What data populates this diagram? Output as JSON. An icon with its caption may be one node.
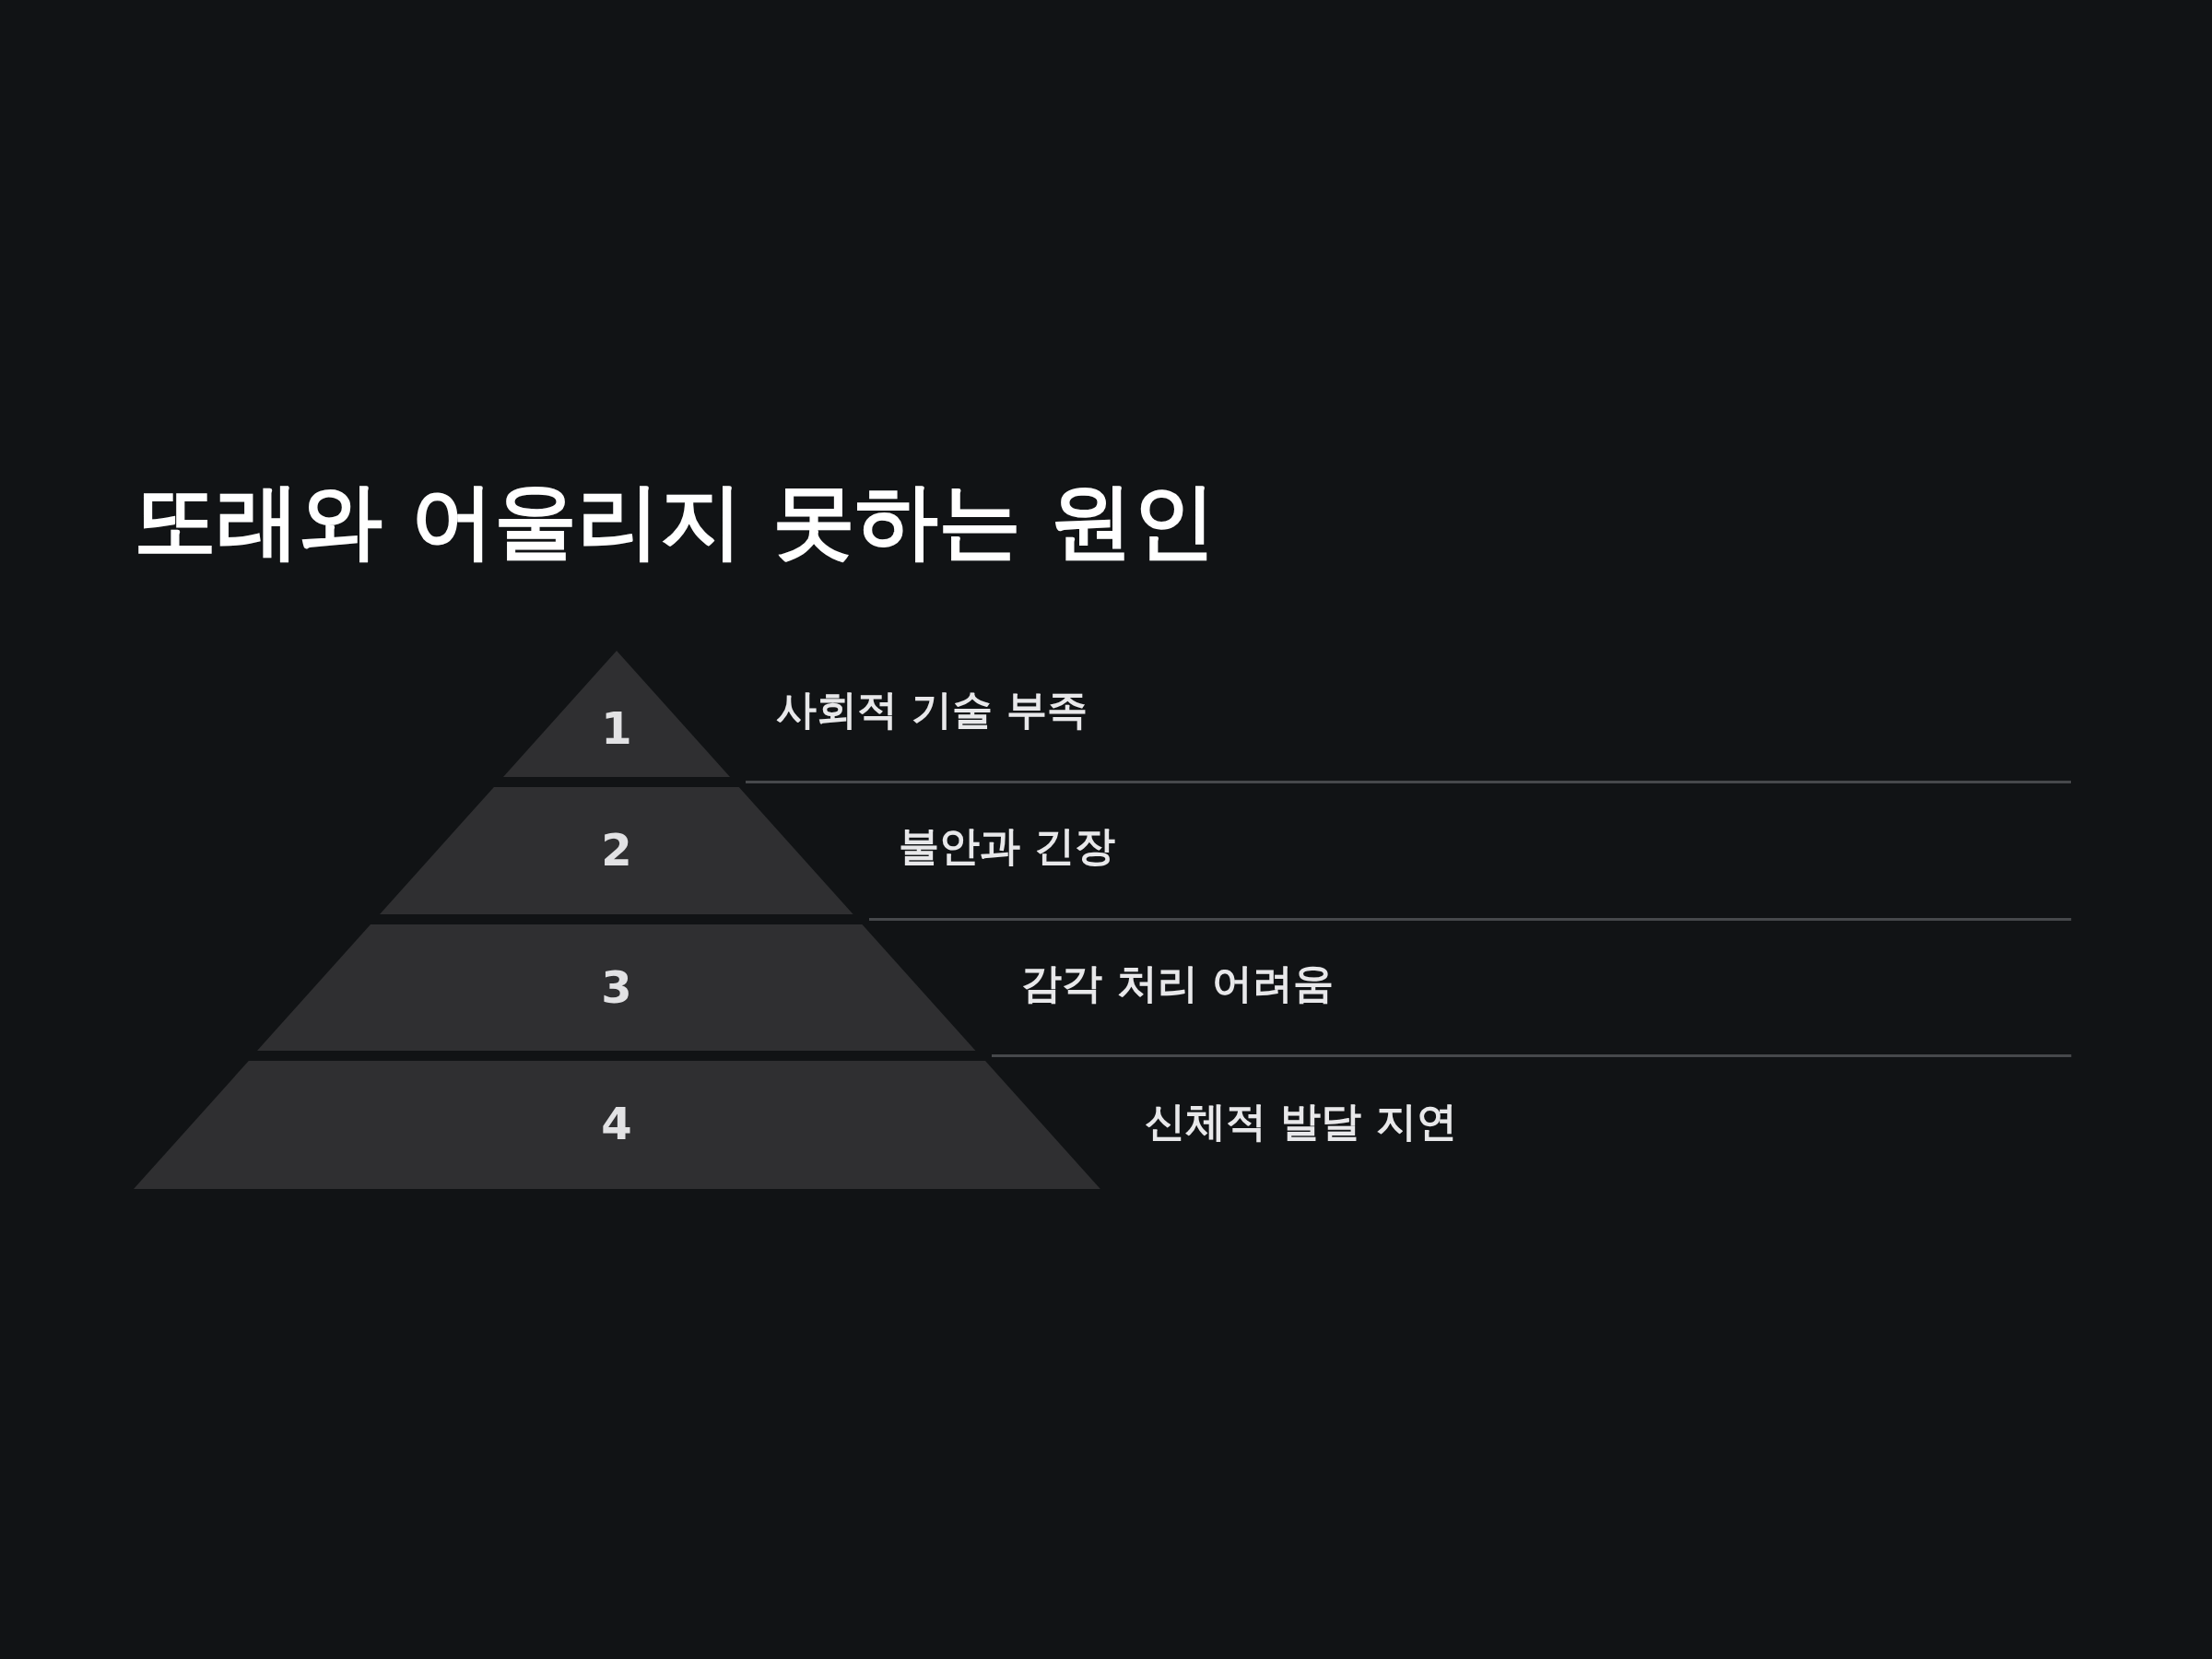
{
  "diagram": {
    "title": "또래와 어울리지 못하는 원인",
    "nodes": [
      {
        "text": [
          "1"
        ],
        "beside": [
          "사회적 기술 부족"
        ]
      },
      {
        "text": [
          "2"
        ],
        "beside": [
          "불안과 긴장"
        ]
      },
      {
        "text": [
          "3"
        ],
        "beside": [
          "감각 처리 어려움"
        ]
      },
      {
        "text": [
          "4"
        ],
        "beside": [
          "신체적 발달 지연"
        ]
      }
    ]
  }
}
